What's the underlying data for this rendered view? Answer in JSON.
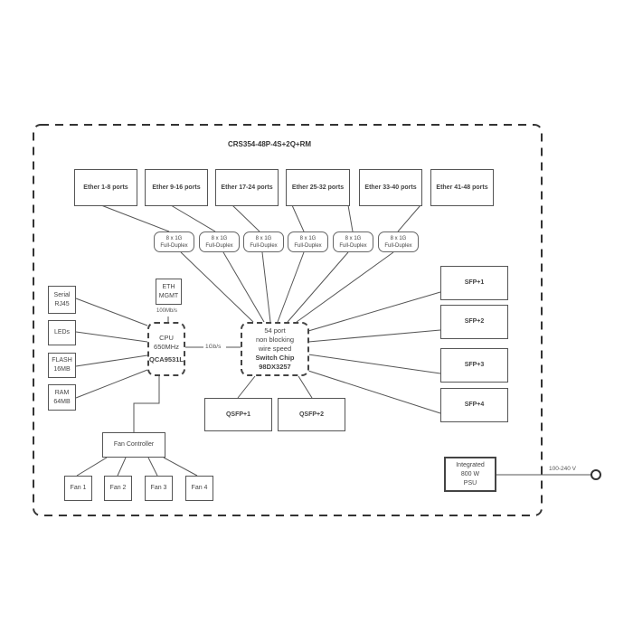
{
  "diagram": {
    "title": "CRS354-48P-4S+2Q+RM",
    "ether_groups": [
      {
        "label": "Ether 1-8 ports",
        "link": [
          "8 x 1G",
          "Full-Duplex"
        ]
      },
      {
        "label": "Ether 9-16 ports",
        "link": [
          "8 x 1G",
          "Full-Duplex"
        ]
      },
      {
        "label": "Ether 17-24 ports",
        "link": [
          "8 x 1G",
          "Full-Duplex"
        ]
      },
      {
        "label": "Ether 25-32 ports",
        "link": [
          "8 x 1G",
          "Full-Duplex"
        ]
      },
      {
        "label": "Ether 33-40 ports",
        "link": [
          "8 x 1G",
          "Full-Duplex"
        ]
      },
      {
        "label": "Ether 41-48 ports",
        "link": [
          "8 x 1G",
          "Full-Duplex"
        ]
      }
    ],
    "peripherals": [
      {
        "line1": "Serial",
        "line2": "RJ45"
      },
      {
        "line1": "LEDs",
        "line2": ""
      },
      {
        "line1": "FLASH",
        "line2": "16MB"
      },
      {
        "line1": "RAM",
        "line2": "64MB"
      }
    ],
    "eth_mgmt": {
      "line1": "ETH",
      "line2": "MGMT",
      "speed": "100Mb/s"
    },
    "cpu": {
      "line1": "CPU",
      "line2": "650MHz",
      "model": "QCA9531L"
    },
    "cpu_switch_link": "1Gb/s",
    "switch_chip": {
      "line1": "54 port",
      "line2": "non blocking",
      "line3": "wire speed",
      "name": "Switch Chip",
      "model": "98DX3257"
    },
    "qsfp": [
      "QSFP+1",
      "QSFP+2"
    ],
    "sfp": [
      "SFP+1",
      "SFP+2",
      "SFP+3",
      "SFP+4"
    ],
    "fan_controller": "Fan Controller",
    "fans": [
      "Fan 1",
      "Fan 2",
      "Fan 3",
      "Fan 4"
    ],
    "psu": {
      "line1": "Integrated",
      "line2": "800 W",
      "line3": "PSU"
    },
    "power_input": "100-240 V"
  }
}
